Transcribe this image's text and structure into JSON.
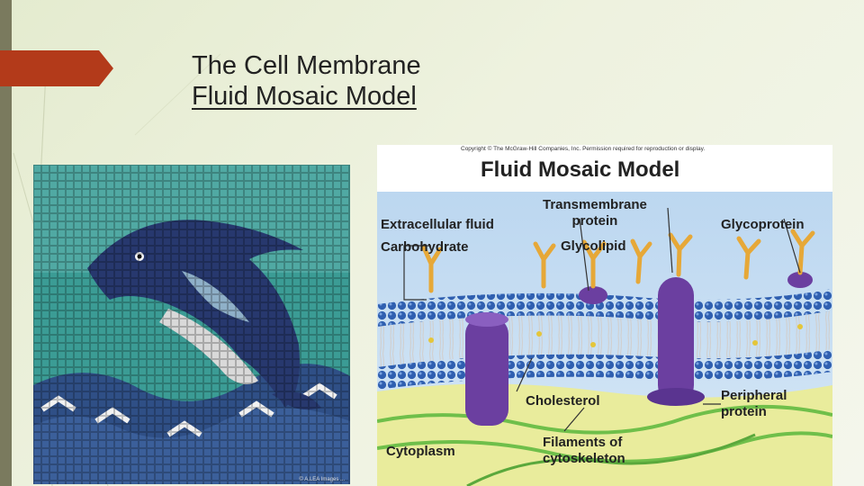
{
  "slide": {
    "title_line1": "The Cell Membrane",
    "title_line2": "Fluid Mosaic Model",
    "colors": {
      "accent": "#b33a1a",
      "left_bar": "#7a7a5e",
      "background": "#e9eed8"
    }
  },
  "mosaic_image": {
    "credit": "© A.LEA Images ..."
  },
  "diagram": {
    "copyright": "Copyright © The McGraw-Hill Companies, Inc. Permission required for reproduction or display.",
    "title": "Fluid Mosaic Model",
    "labels": {
      "extracellular_fluid": "Extracellular fluid",
      "carbohydrate": "Carbohydrate",
      "transmembrane_line1": "Transmembrane",
      "transmembrane_line2": "protein",
      "glycoprotein": "Glycoprotein",
      "glycolipid": "Glycolipid",
      "cholesterol": "Cholesterol",
      "peripheral_line1": "Peripheral",
      "peripheral_line2": "protein",
      "cytoplasm": "Cytoplasm",
      "filaments_line1": "Filaments of",
      "filaments_line2": "cytoskeleton"
    },
    "colors": {
      "fluid": "#b7d3ee",
      "cytoplasm": "#e9ec9c",
      "protein": "#6b3fa0",
      "head": "#2f5fb0",
      "carb": "#e6a838"
    }
  }
}
